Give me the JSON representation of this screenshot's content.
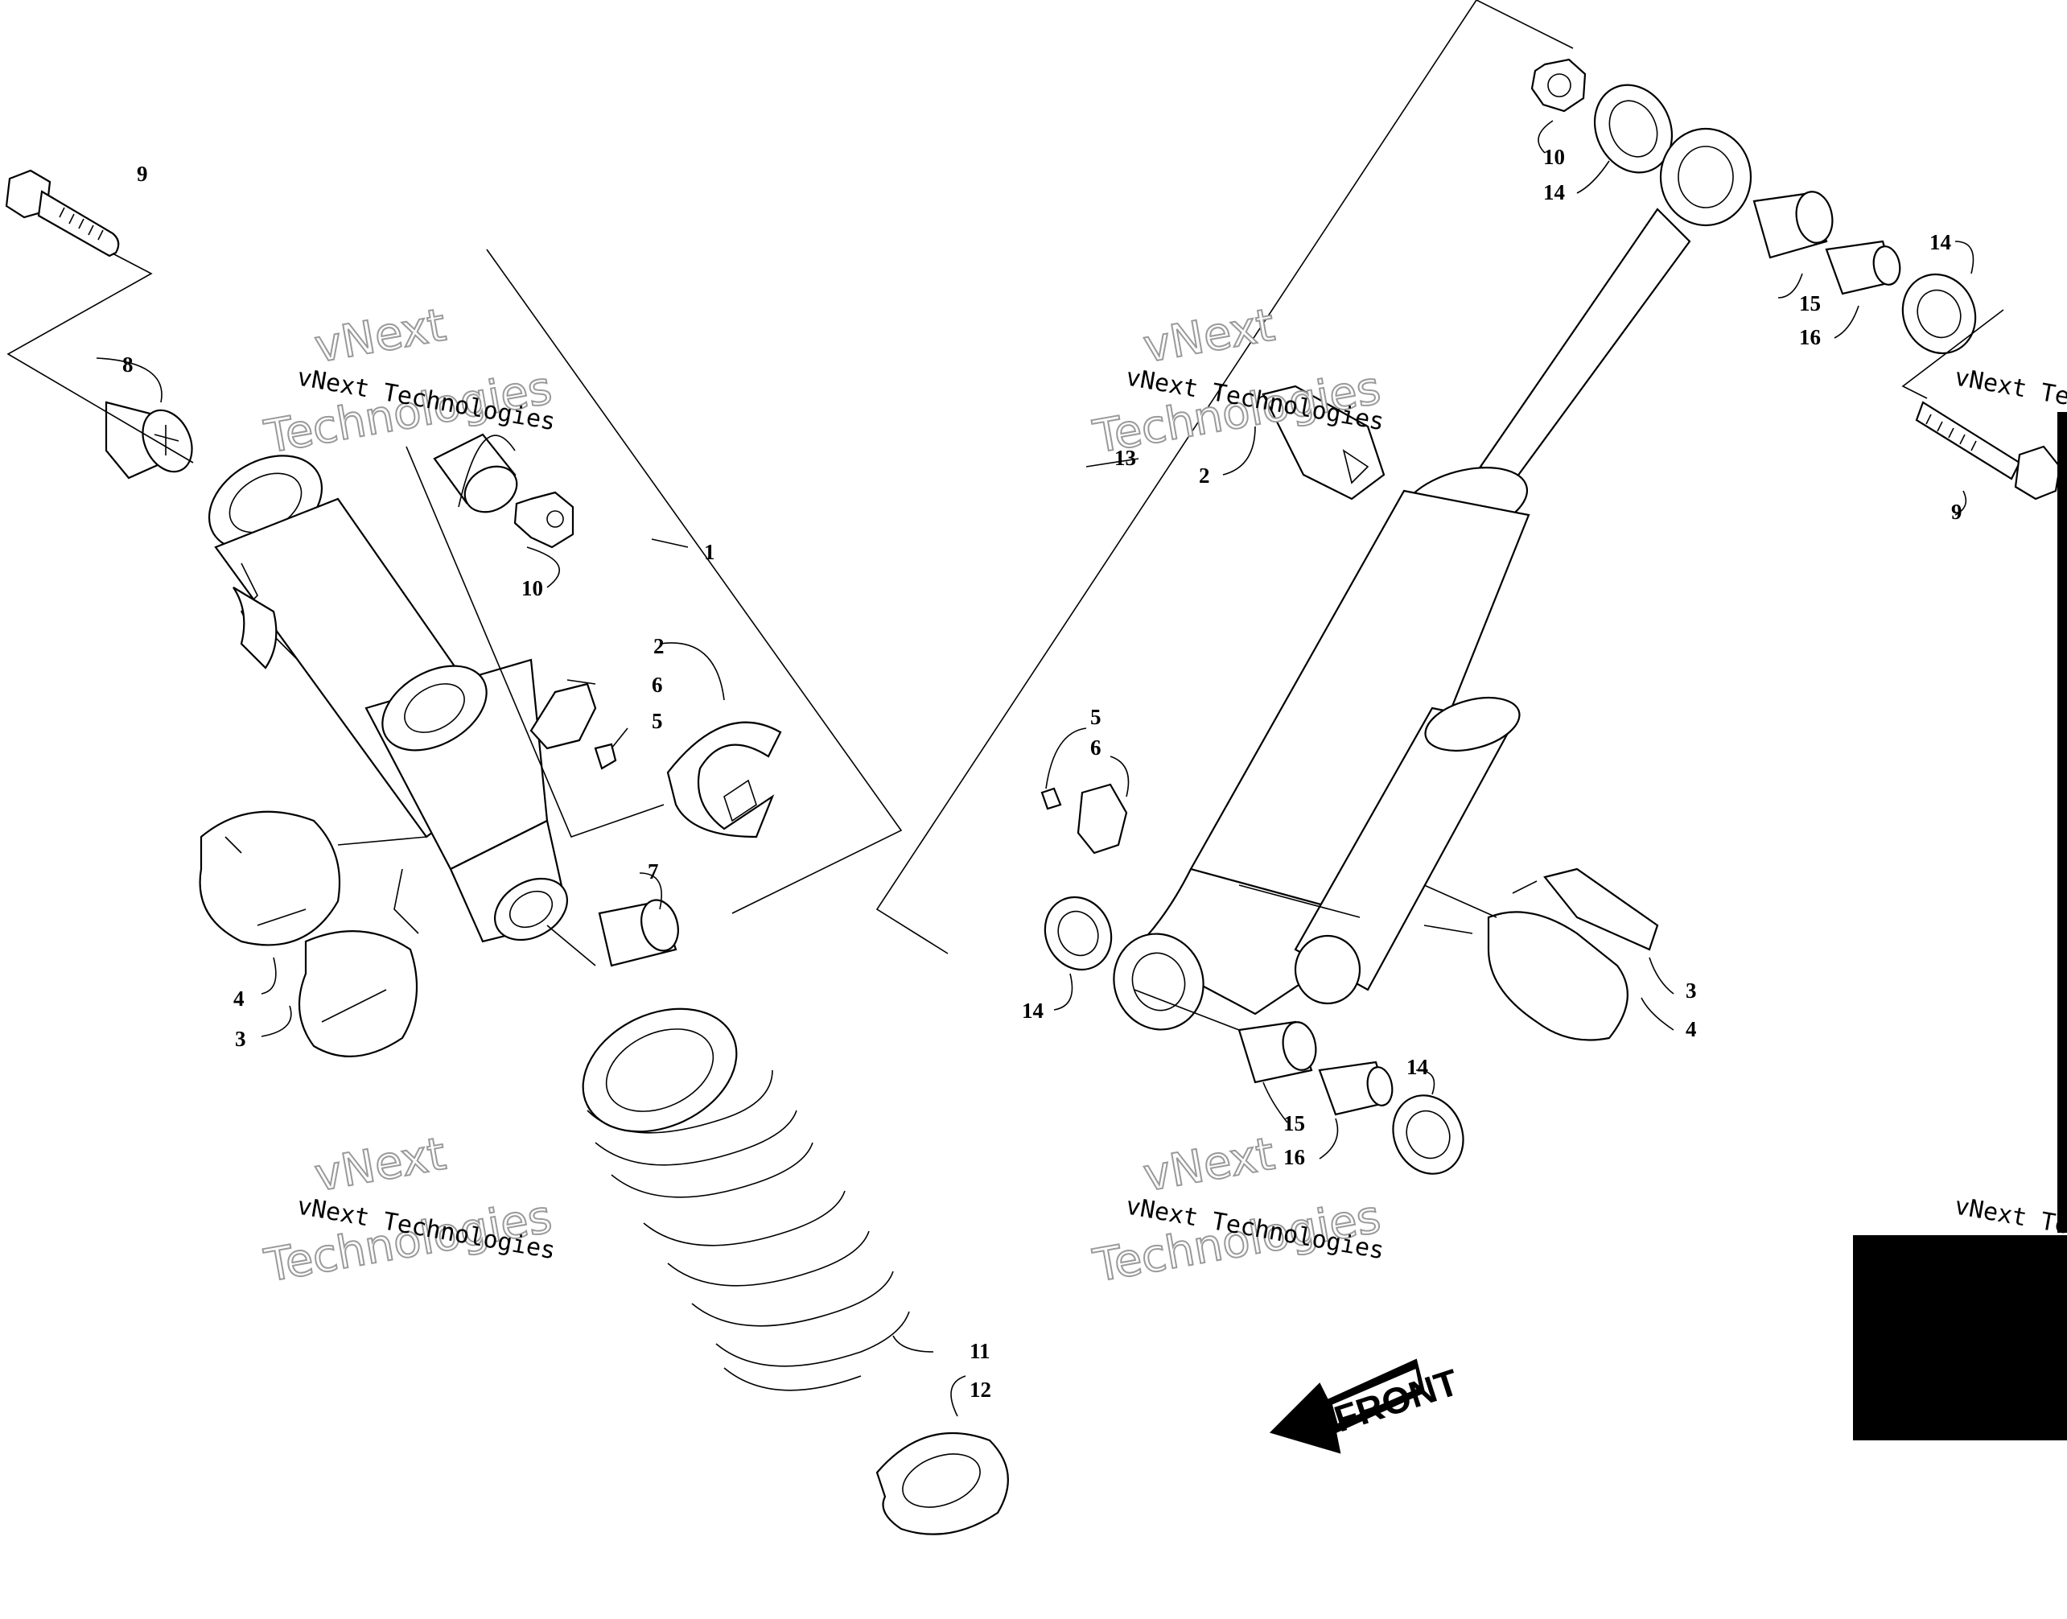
{
  "diagram": {
    "front_label": "FRONT",
    "watermark": {
      "company_line": "vNext Technologies",
      "big_line1": "vNext",
      "big_line2": "Technologies"
    },
    "callouts": [
      {
        "id": "c-l-9",
        "text": "9"
      },
      {
        "id": "c-l-8",
        "text": "8"
      },
      {
        "id": "c-l-10",
        "text": "10"
      },
      {
        "id": "c-l-1",
        "text": "1"
      },
      {
        "id": "c-l-2",
        "text": "2"
      },
      {
        "id": "c-l-6",
        "text": "6"
      },
      {
        "id": "c-l-5",
        "text": "5"
      },
      {
        "id": "c-l-7",
        "text": "7"
      },
      {
        "id": "c-l-4",
        "text": "4"
      },
      {
        "id": "c-l-3",
        "text": "3"
      },
      {
        "id": "c-l-11",
        "text": "11"
      },
      {
        "id": "c-l-12",
        "text": "12"
      },
      {
        "id": "c-r-10",
        "text": "10"
      },
      {
        "id": "c-r-14a",
        "text": "14"
      },
      {
        "id": "c-r-14b",
        "text": "14"
      },
      {
        "id": "c-r-15a",
        "text": "15"
      },
      {
        "id": "c-r-16a",
        "text": "16"
      },
      {
        "id": "c-r-13",
        "text": "13"
      },
      {
        "id": "c-r-2",
        "text": "2"
      },
      {
        "id": "c-r-9",
        "text": "9"
      },
      {
        "id": "c-r-5",
        "text": "5"
      },
      {
        "id": "c-r-6",
        "text": "6"
      },
      {
        "id": "c-r-3",
        "text": "3"
      },
      {
        "id": "c-r-4",
        "text": "4"
      },
      {
        "id": "c-r-14c",
        "text": "14"
      },
      {
        "id": "c-r-14d",
        "text": "14"
      },
      {
        "id": "c-r-15b",
        "text": "15"
      },
      {
        "id": "c-r-16b",
        "text": "16"
      }
    ]
  }
}
